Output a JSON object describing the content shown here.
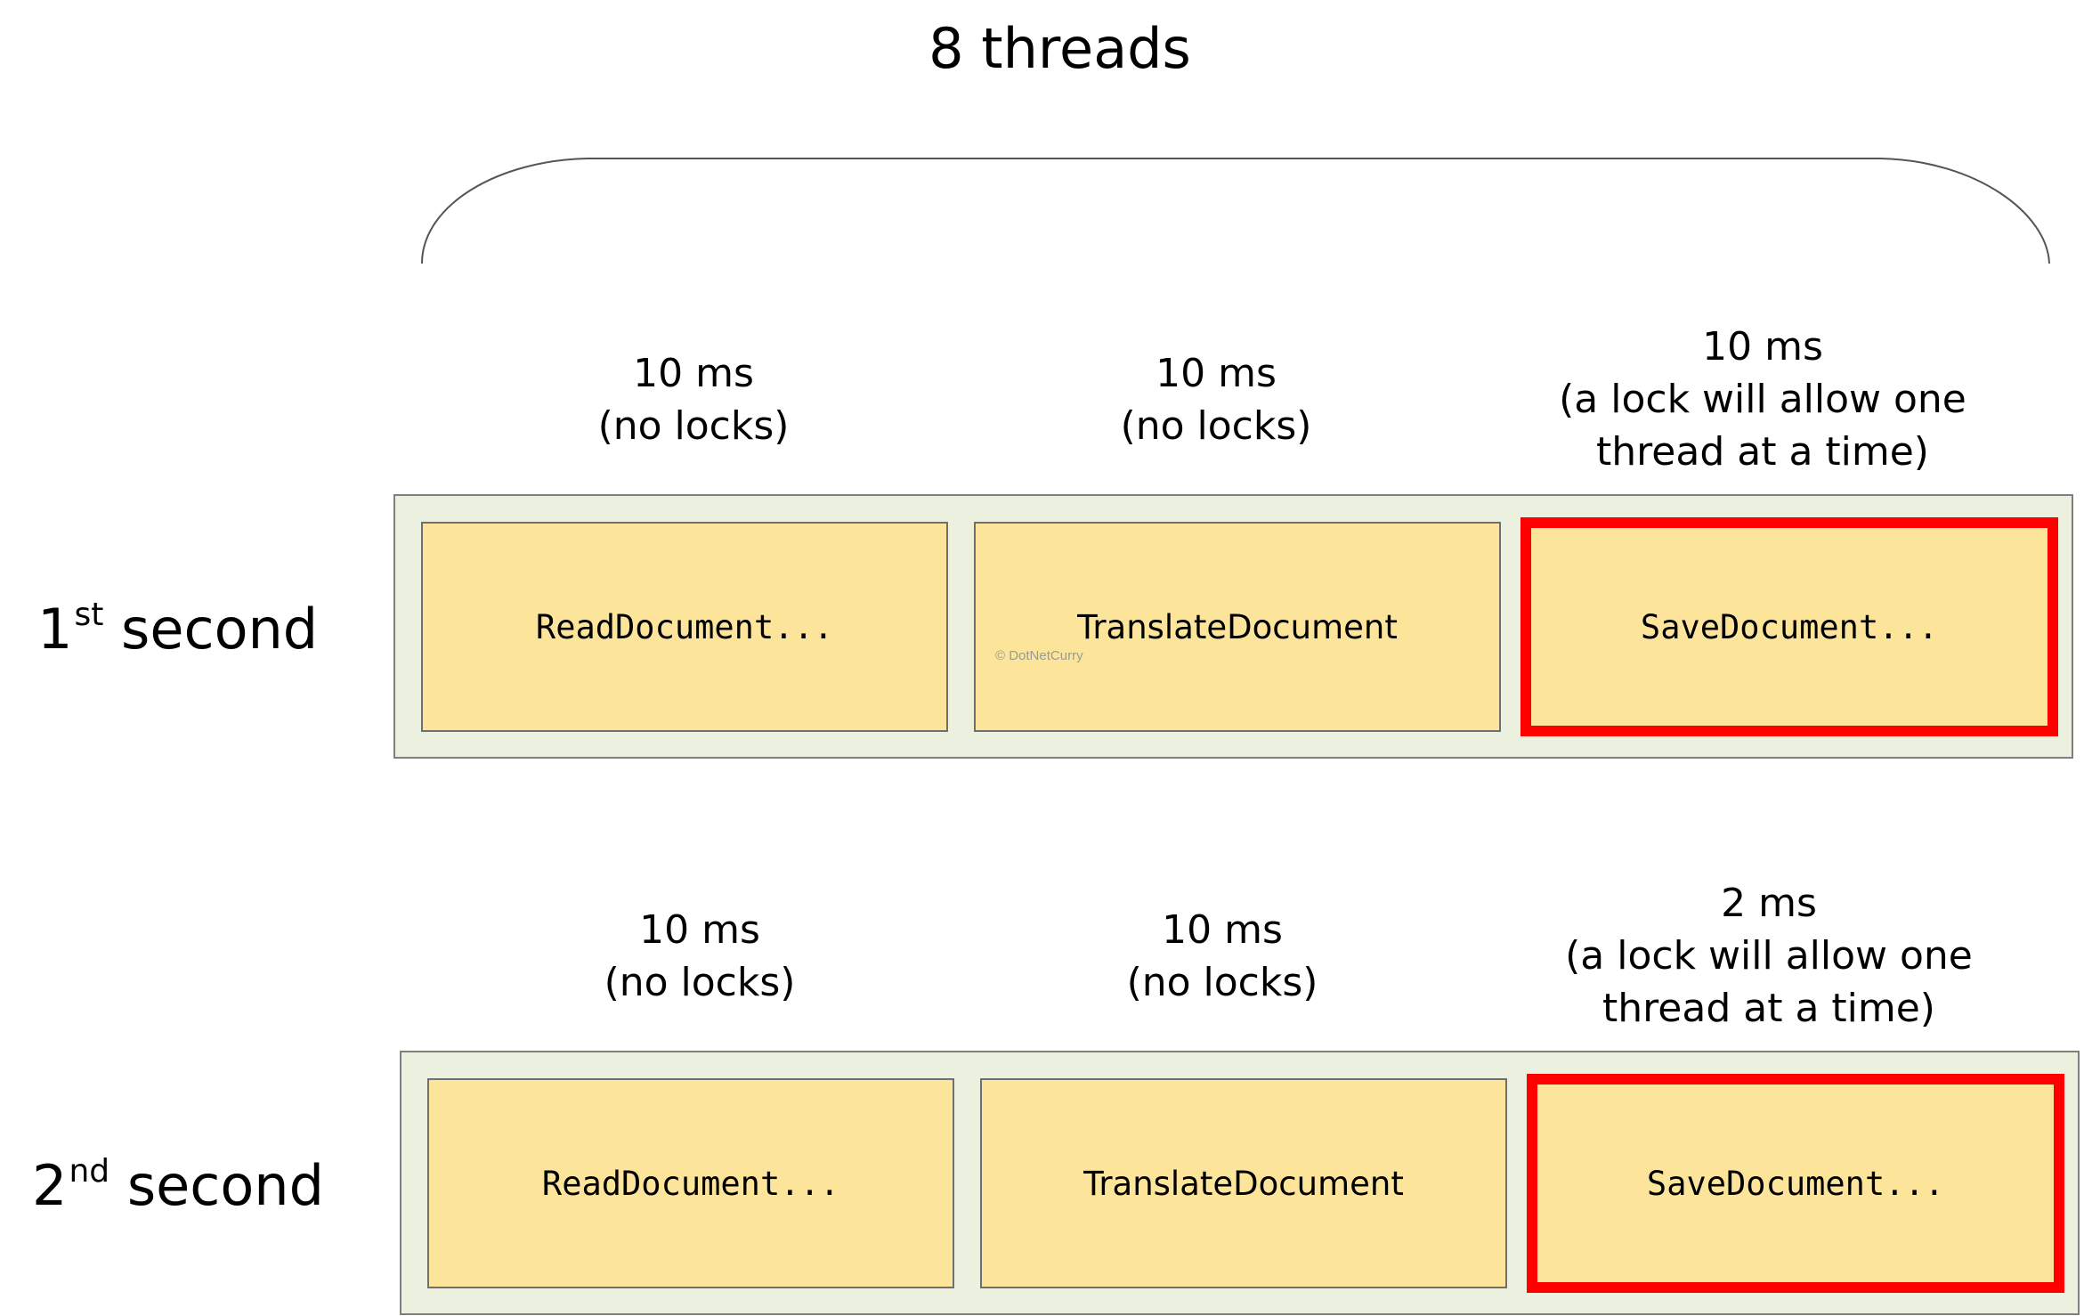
{
  "title": "8 threads",
  "watermark": "© DotNetCurry",
  "rows": [
    {
      "label_main": "1",
      "label_sup": "st",
      "label_rest": "second",
      "stages": [
        {
          "name": "ReadDocument...",
          "timing": "10 ms\n(no locks)",
          "locked": false
        },
        {
          "name": "TranslateDocument",
          "timing": "10 ms\n(no locks)",
          "locked": false
        },
        {
          "name": "SaveDocument...",
          "timing": "10 ms\n(a lock will allow one\nthread at a time)",
          "locked": true
        }
      ]
    },
    {
      "label_main": "2",
      "label_sup": "nd",
      "label_rest": "second",
      "stages": [
        {
          "name": "ReadDocument...",
          "timing": "10 ms\n(no locks)",
          "locked": false
        },
        {
          "name": "TranslateDocument",
          "timing": "10 ms\n(no locks)",
          "locked": false
        },
        {
          "name": "SaveDocument...",
          "timing": "2 ms\n(a lock will allow one\nthread at a time)",
          "locked": true
        }
      ]
    }
  ],
  "colors": {
    "stage_fill": "#fce49b",
    "row_fill": "#ebf1de",
    "lock_border": "#ff0000"
  }
}
